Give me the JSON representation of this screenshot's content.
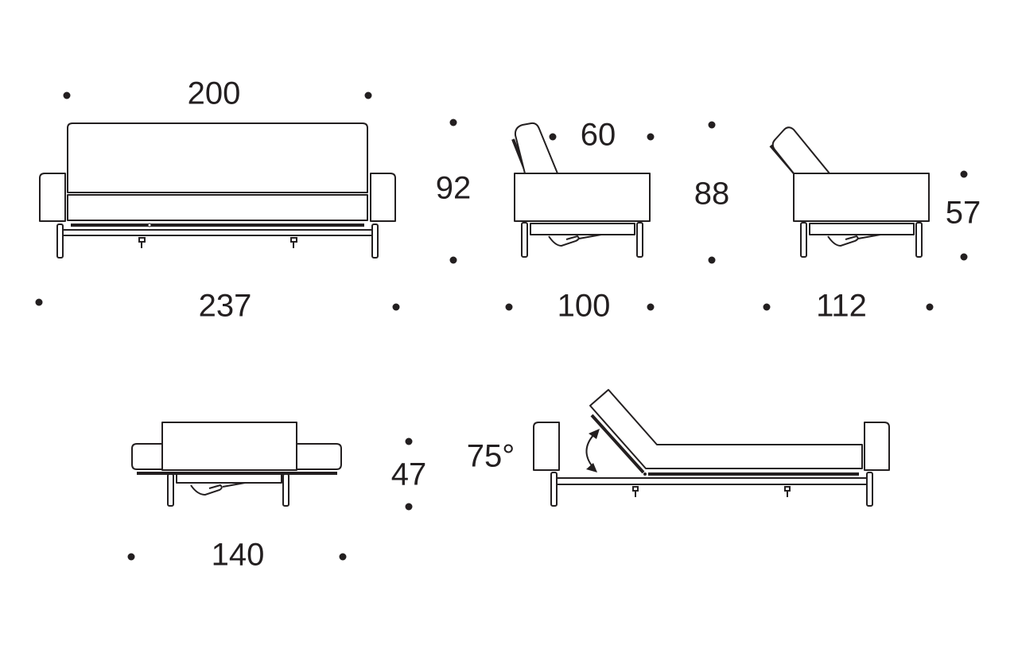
{
  "diagram": {
    "front_view": {
      "width_top": "200",
      "width_total": "237",
      "height": "92"
    },
    "side_view_upright": {
      "seat_depth": "60",
      "depth": "100",
      "height": "88"
    },
    "side_view_reclined": {
      "depth": "112",
      "seat_height": "57"
    },
    "bed_side_view": {
      "depth": "140",
      "height": "47"
    },
    "bed_front_view": {
      "backrest_angle": "75°"
    },
    "line_color": "#231f20"
  }
}
